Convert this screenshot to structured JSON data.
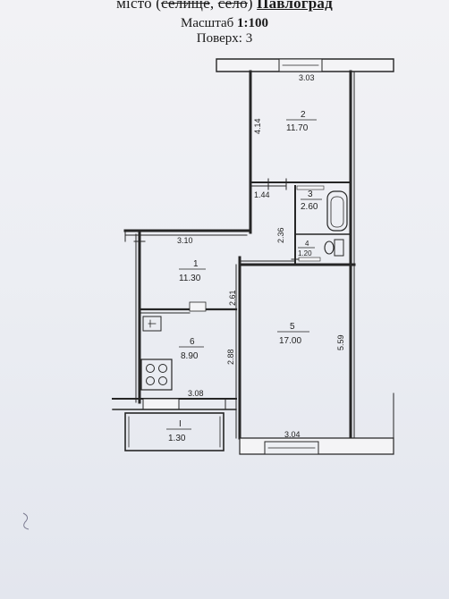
{
  "header": {
    "prefix": "місто (",
    "struck_1": "селище",
    "sep": ", ",
    "struck_2": "село",
    "suffix": ") ",
    "city": "Павлоград",
    "scale_label": "Масштаб ",
    "scale_value": "1:100",
    "floor_label": "Поверх: 3"
  },
  "rooms": [
    {
      "id": "1",
      "area": "11.30"
    },
    {
      "id": "2",
      "area": "11.70"
    },
    {
      "id": "3",
      "area": "2.60"
    },
    {
      "id": "4",
      "area": "1.20"
    },
    {
      "id": "5",
      "area": "17.00"
    },
    {
      "id": "6",
      "area": "8.90"
    },
    {
      "id": "I",
      "area": "1.30"
    }
  ],
  "dimensions": {
    "top_width": "3.03",
    "room2_depth": "4.14",
    "corridor_width": "1.44",
    "bath_depth": "2.36",
    "hall_width": "3.10",
    "hall_depth": "2.61",
    "kitchen_depth": "2.88",
    "kitchen_width": "3.08",
    "room5_depth": "5.59",
    "bottom_width": "3.04"
  },
  "colors": {
    "wall": "#262626",
    "paper": "#eef0f4"
  }
}
